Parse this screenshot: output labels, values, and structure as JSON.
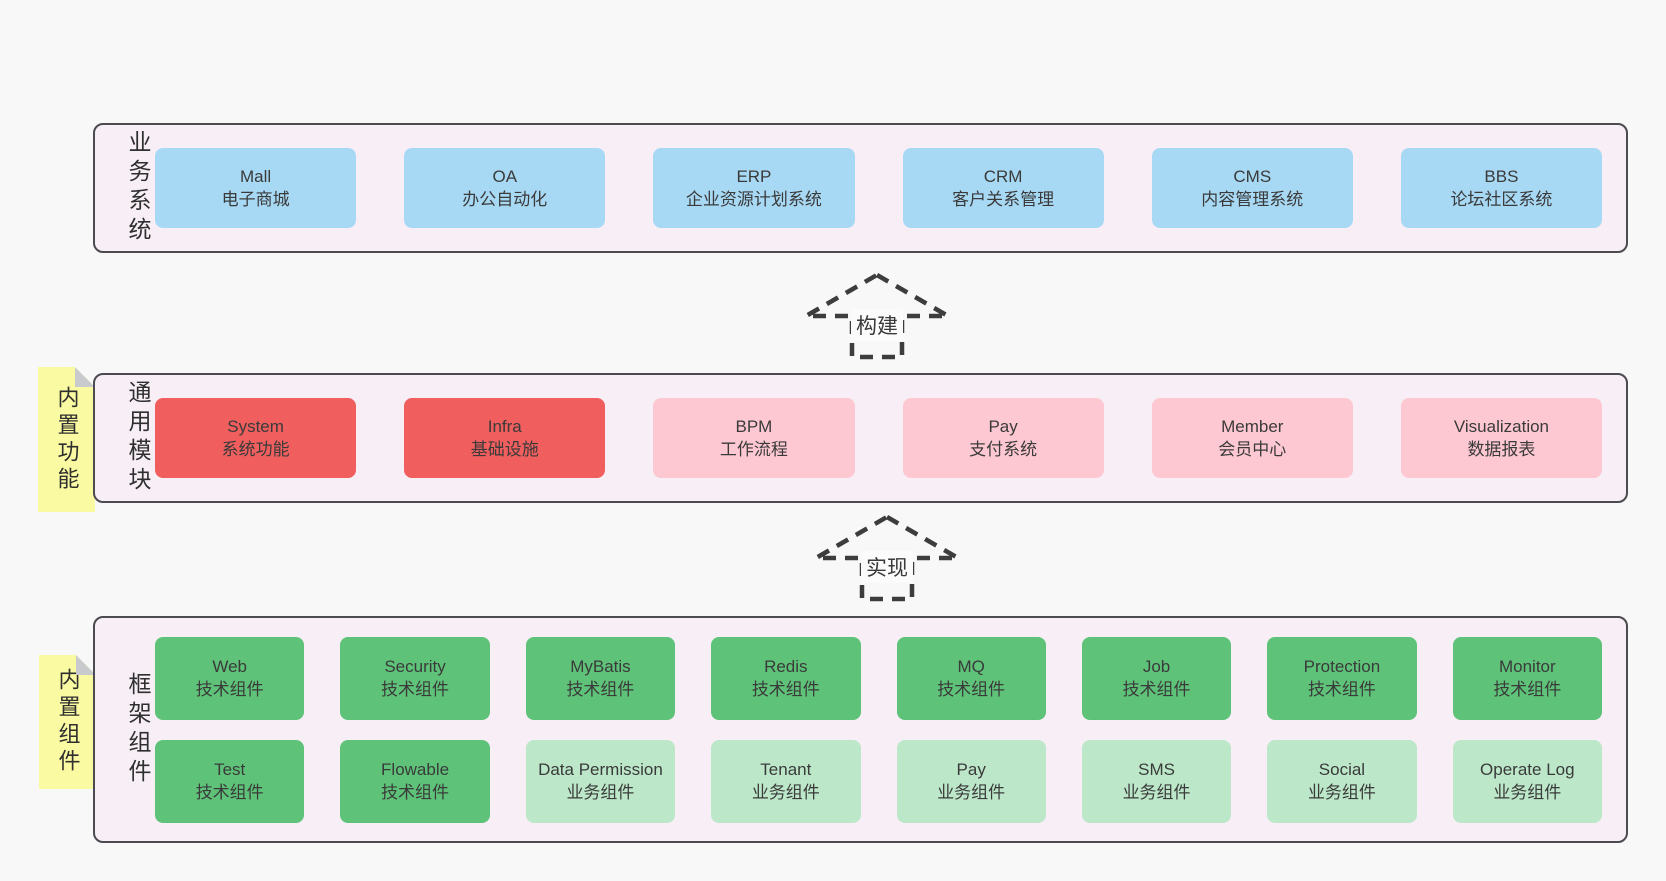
{
  "colors": {
    "page-bg": "#f8f8f8",
    "panel-bg": "#f7eef6",
    "panel-border": "#4b4b50",
    "box-blue": "#a8d9f4",
    "box-red": "#f05e5e",
    "box-pink": "#fdc8d2",
    "box-green": "#5ec379",
    "box-green-light": "#bce8c9",
    "note-yellow": "#fafaa2",
    "note-fold": "#c8cacd",
    "arrow-stroke": "#3d3d3d"
  },
  "arrows": [
    {
      "label": "构建"
    },
    {
      "label": "实现"
    }
  ],
  "panels": {
    "business": {
      "label": "业务系统",
      "boxes": [
        {
          "title": "Mall",
          "subtitle": "电子商城"
        },
        {
          "title": "OA",
          "subtitle": "办公自动化"
        },
        {
          "title": "ERP",
          "subtitle": "企业资源计划系统"
        },
        {
          "title": "CRM",
          "subtitle": "客户关系管理"
        },
        {
          "title": "CMS",
          "subtitle": "内容管理系统"
        },
        {
          "title": "BBS",
          "subtitle": "论坛社区系统"
        }
      ]
    },
    "modules": {
      "label": "通用模块",
      "note": "内置功能",
      "boxes": [
        {
          "title": "System",
          "subtitle": "系统功能",
          "variant": "red"
        },
        {
          "title": "Infra",
          "subtitle": "基础设施",
          "variant": "red"
        },
        {
          "title": "BPM",
          "subtitle": "工作流程",
          "variant": "pink"
        },
        {
          "title": "Pay",
          "subtitle": "支付系统",
          "variant": "pink"
        },
        {
          "title": "Member",
          "subtitle": "会员中心",
          "variant": "pink"
        },
        {
          "title": "Visualization",
          "subtitle": "数据报表",
          "variant": "pink"
        }
      ]
    },
    "framework": {
      "label": "框架组件",
      "note": "内置组件",
      "rows": [
        [
          {
            "title": "Web",
            "subtitle": "技术组件",
            "variant": "green"
          },
          {
            "title": "Security",
            "subtitle": "技术组件",
            "variant": "green"
          },
          {
            "title": "MyBatis",
            "subtitle": "技术组件",
            "variant": "green"
          },
          {
            "title": "Redis",
            "subtitle": "技术组件",
            "variant": "green"
          },
          {
            "title": "MQ",
            "subtitle": "技术组件",
            "variant": "green"
          },
          {
            "title": "Job",
            "subtitle": "技术组件",
            "variant": "green"
          },
          {
            "title": "Protection",
            "subtitle": "技术组件",
            "variant": "green"
          },
          {
            "title": "Monitor",
            "subtitle": "技术组件",
            "variant": "green"
          }
        ],
        [
          {
            "title": "Test",
            "subtitle": "技术组件",
            "variant": "green"
          },
          {
            "title": "Flowable",
            "subtitle": "技术组件",
            "variant": "green"
          },
          {
            "title": "Data Permission",
            "subtitle": "业务组件",
            "variant": "green-light"
          },
          {
            "title": "Tenant",
            "subtitle": "业务组件",
            "variant": "green-light"
          },
          {
            "title": "Pay",
            "subtitle": "业务组件",
            "variant": "green-light"
          },
          {
            "title": "SMS",
            "subtitle": "业务组件",
            "variant": "green-light"
          },
          {
            "title": "Social",
            "subtitle": "业务组件",
            "variant": "green-light"
          },
          {
            "title": "Operate Log",
            "subtitle": "业务组件",
            "variant": "green-light"
          }
        ]
      ]
    }
  }
}
